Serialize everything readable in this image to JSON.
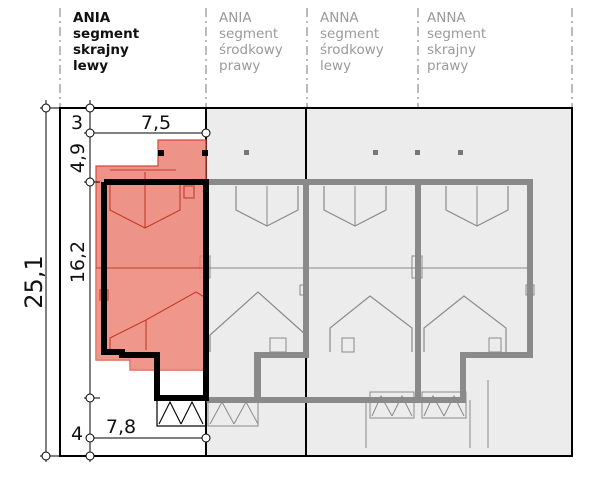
{
  "segments": [
    {
      "lines": [
        "ANIA",
        "segment",
        "skrajny",
        "lewy"
      ]
    },
    {
      "lines": [
        "ANIA",
        "segment",
        "środkowy",
        "prawy"
      ]
    },
    {
      "lines": [
        "ANNA",
        "segment",
        "środkowy",
        "lewy"
      ]
    },
    {
      "lines": [
        "ANNA",
        "segment",
        "skrajny",
        "prawy"
      ]
    }
  ],
  "dimensions": {
    "total_depth": "25,1",
    "front_setback": "3",
    "top_offset": "4,9",
    "house_depth": "16,2",
    "rear_setback": "4",
    "top_width": "7,5",
    "bottom_width": "7,8"
  },
  "colors": {
    "highlight_fill": "#e8786a",
    "highlight_stroke": "#d64a3c",
    "neighbor_fill": "#ececec",
    "wall_dark": "#000000",
    "wall_grey": "#8a8a8a"
  }
}
